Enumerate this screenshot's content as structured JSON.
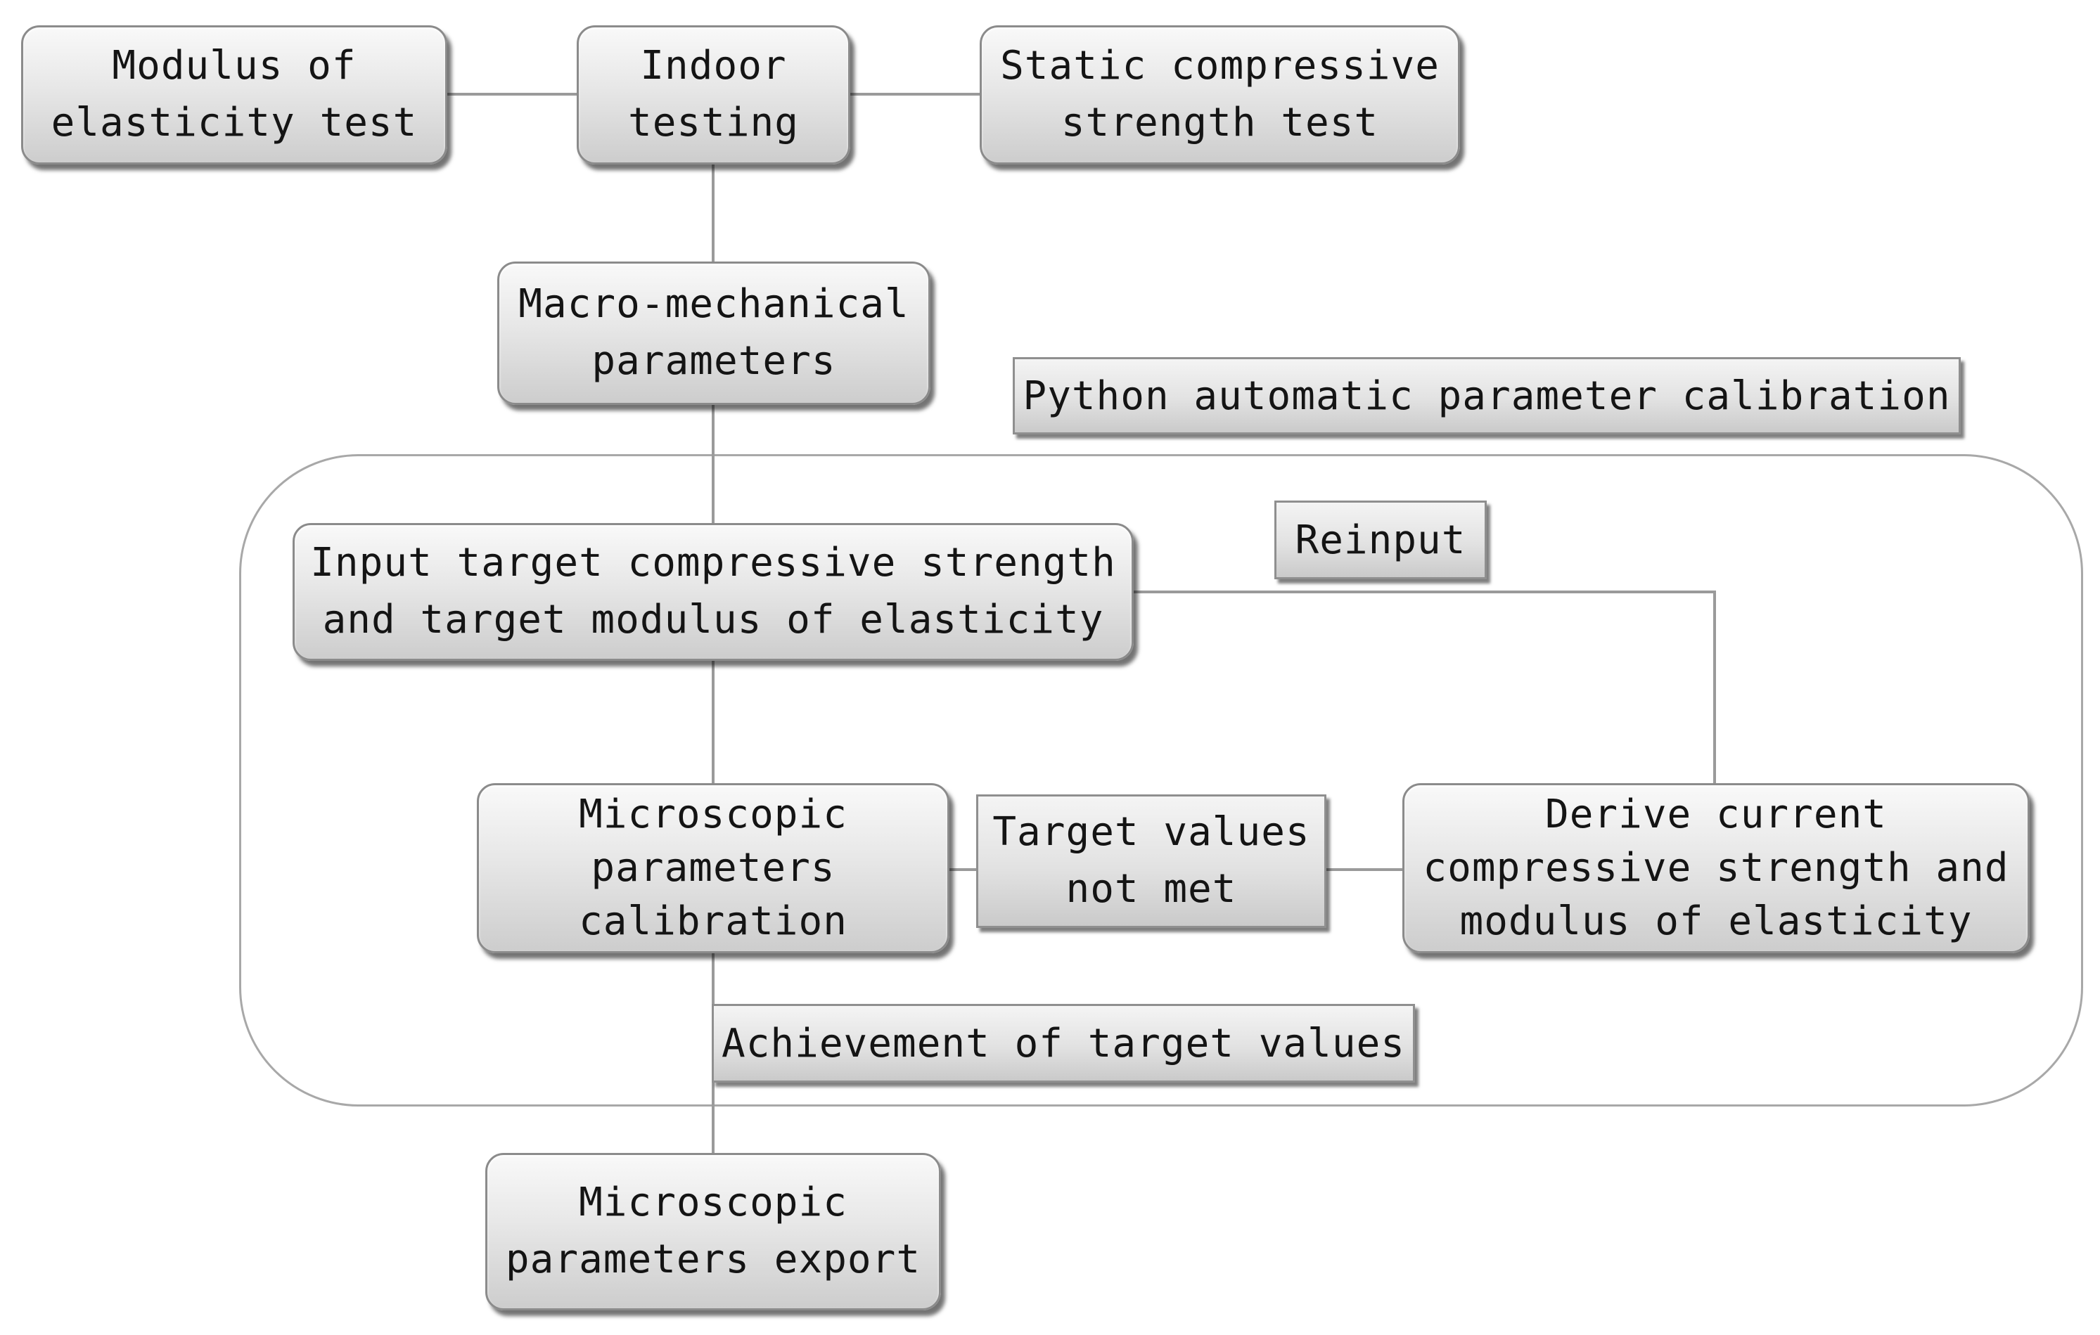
{
  "nodes": {
    "modulus_test": "Modulus of\nelasticity test",
    "indoor_testing": "Indoor\ntesting",
    "static_test": "Static compressive\nstrength test",
    "macro_params": "Macro-mechanical\nparameters",
    "input_targets": "Input target compressive strength\nand target modulus of elasticity",
    "micro_calibration": "Microscopic\nparameters\ncalibration",
    "derive_current": "Derive current\ncompressive strength and\nmodulus of elasticity",
    "micro_export": "Microscopic\nparameters export"
  },
  "labels": {
    "python_calibration": "Python automatic parameter calibration",
    "reinput": "Reinput",
    "targets_not_met": "Target values\nnot met",
    "achievement": "Achievement of target values"
  }
}
